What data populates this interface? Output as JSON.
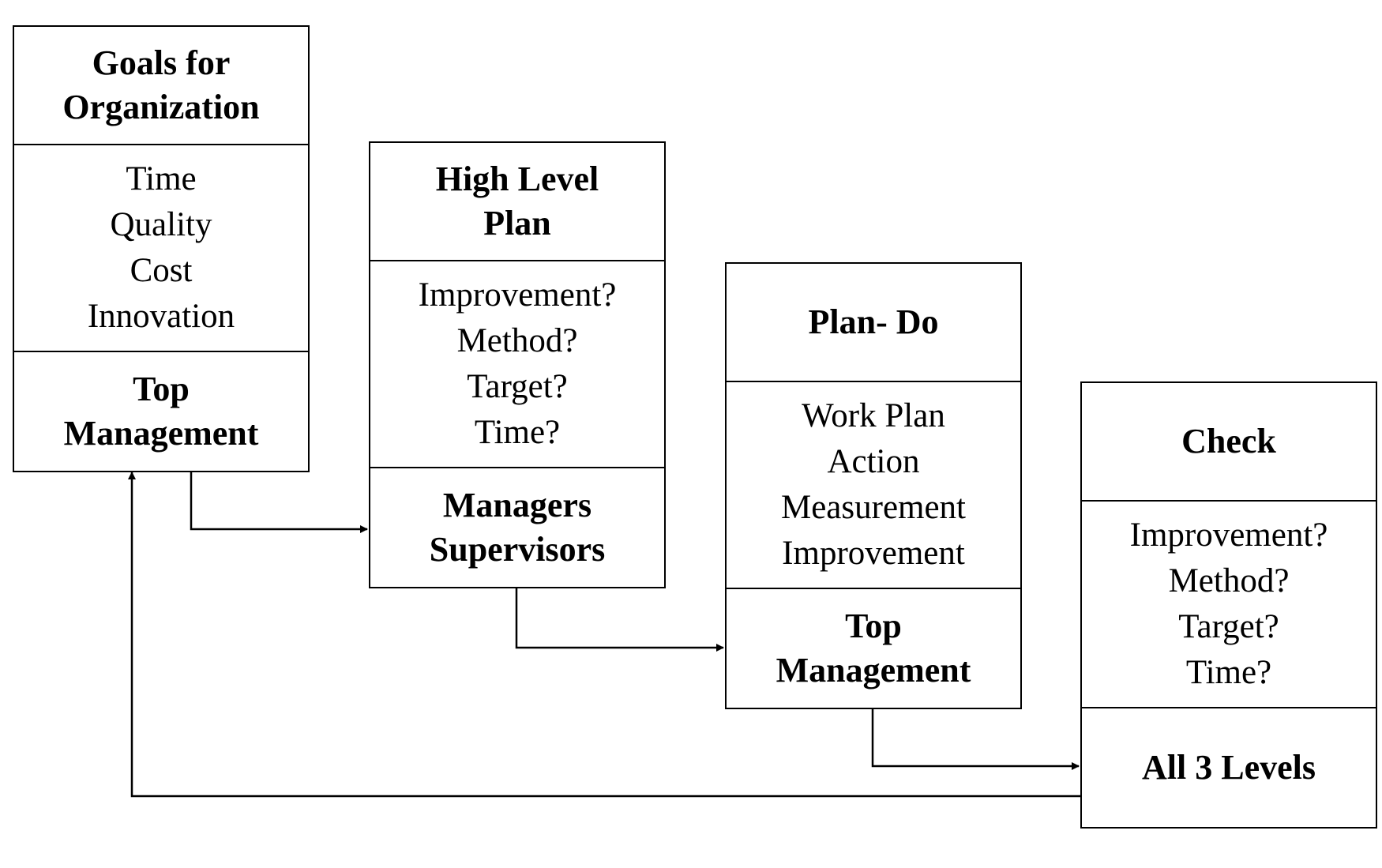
{
  "boxes": [
    {
      "header": [
        "Goals for",
        "Organization"
      ],
      "items": [
        "Time",
        "Quality",
        "Cost",
        "Innovation"
      ],
      "footer": [
        "Top",
        "Management"
      ]
    },
    {
      "header": [
        "High Level",
        "Plan"
      ],
      "items": [
        "Improvement?",
        "Method?",
        "Target?",
        "Time?"
      ],
      "footer": [
        "Managers",
        "Supervisors"
      ]
    },
    {
      "header": [
        "Plan- Do"
      ],
      "items": [
        "Work Plan",
        "Action",
        "Measurement",
        "Improvement"
      ],
      "footer": [
        "Top",
        "Management"
      ]
    },
    {
      "header": [
        "Check"
      ],
      "items": [
        "Improvement?",
        "Method?",
        "Target?",
        "Time?"
      ],
      "footer": [
        "All 3 Levels"
      ]
    }
  ]
}
